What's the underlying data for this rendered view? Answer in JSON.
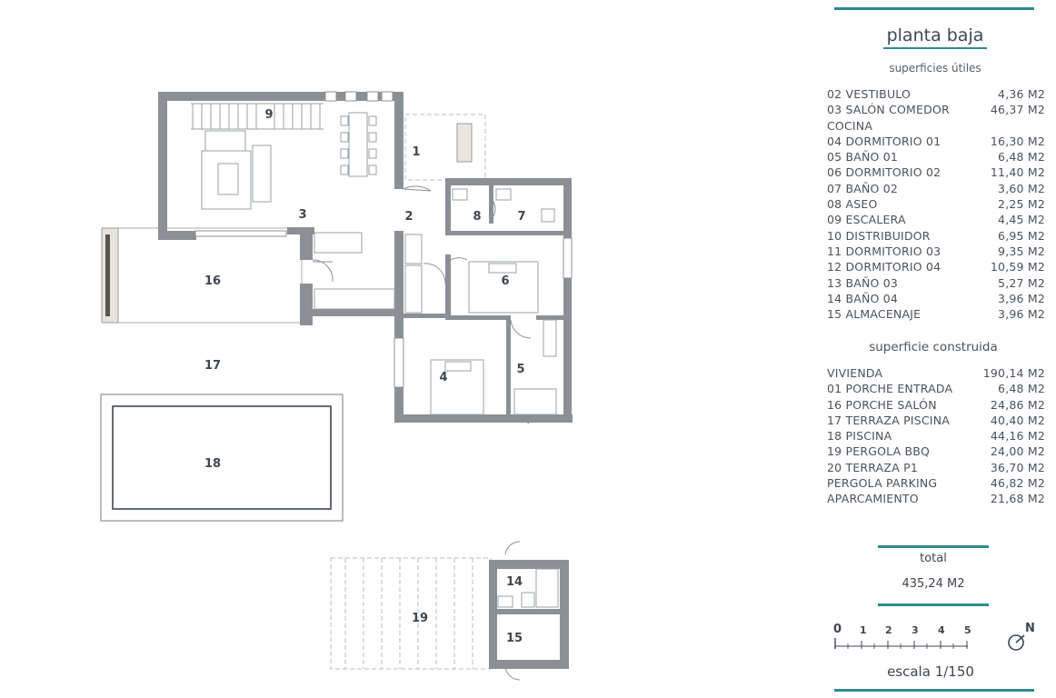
{
  "colors": {
    "accent": "#2e8a8d",
    "wall": "#8c9096",
    "text": "#4b525b"
  },
  "plan": {
    "rooms": [
      "1",
      "2",
      "3",
      "4",
      "5",
      "6",
      "7",
      "8",
      "9",
      "14",
      "15",
      "16",
      "17",
      "18",
      "19"
    ]
  },
  "panel": {
    "floor_title": "planta baja",
    "useful_title": "superficies útiles",
    "useful": [
      {
        "name": "02 VESTIBULO",
        "value": "4,36 M2"
      },
      {
        "name": "03 SALÓN COMEDOR",
        "value": "46,37 M2"
      },
      {
        "name": "COCINA",
        "value": ""
      },
      {
        "name": "04 DORMITORIO 01",
        "value": "16,30 M2"
      },
      {
        "name": "05 BAÑO 01",
        "value": "6,48 M2"
      },
      {
        "name": "06 DORMITORIO 02",
        "value": "11,40 M2"
      },
      {
        "name": "07 BAÑO 02",
        "value": "3,60 M2"
      },
      {
        "name": "08 ASEO",
        "value": "2,25 M2"
      },
      {
        "name": "09 ESCALERA",
        "value": "4,45 M2"
      },
      {
        "name": "10 DISTRIBUIDOR",
        "value": "6,95 M2"
      },
      {
        "name": "11 DORMITORIO 03",
        "value": "9,35 M2"
      },
      {
        "name": "12 DORMITORIO 04",
        "value": "10,59 M2"
      },
      {
        "name": "13 BAÑO 03",
        "value": "5,27 M2"
      },
      {
        "name": "14 BAÑO 04",
        "value": "3,96 M2"
      },
      {
        "name": "15 ALMACENAJE",
        "value": "3,96 M2"
      }
    ],
    "built_title": "superficie construida",
    "built": [
      {
        "name": "VIVIENDA",
        "value": "190,14 M2"
      },
      {
        "name": "01 PORCHE ENTRADA",
        "value": "6,48 M2"
      },
      {
        "name": "16 PORCHE SALÓN",
        "value": "24,86 M2"
      },
      {
        "name": "17 TERRAZA PISCINA",
        "value": "40,40 M2"
      },
      {
        "name": "18 PISCINA",
        "value": "44,16 M2"
      },
      {
        "name": "19 PERGOLA BBQ",
        "value": "24,00 M2"
      },
      {
        "name": "20 TERRAZA P1",
        "value": "36,70 M2"
      },
      {
        "name": "PERGOLA PARKING",
        "value": "46,82 M2"
      },
      {
        "name": "APARCAMIENTO",
        "value": "21,68 M2"
      }
    ],
    "total_title": "total",
    "total_value": "435,24 M2",
    "scale_ticks": [
      "0",
      "1",
      "2",
      "3",
      "4",
      "5"
    ],
    "north": "N",
    "scale_text": "escala 1/150"
  }
}
